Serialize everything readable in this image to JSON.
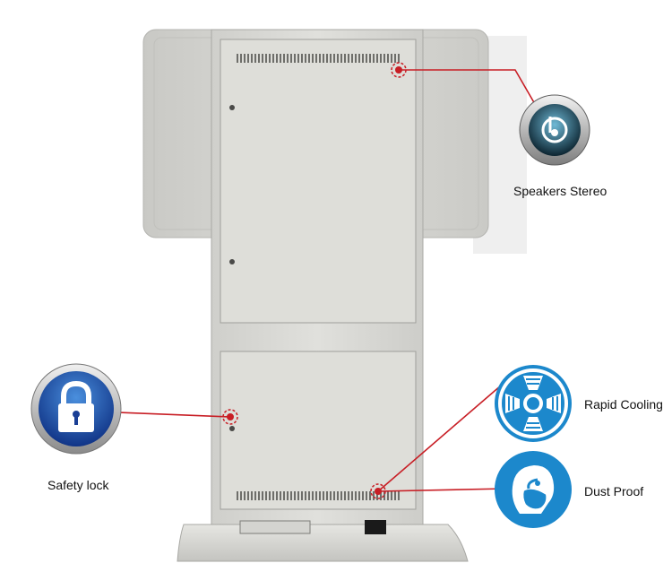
{
  "product": {
    "name": "kiosk-back-view",
    "body_color": "#dcdcd8",
    "accent_color": "#c81e25"
  },
  "features": {
    "speakers": {
      "label": "Speakers Stereo",
      "icon": "speaker-icon"
    },
    "safety_lock": {
      "label": "Safety lock",
      "icon": "padlock-icon"
    },
    "rapid_cooling": {
      "label": "Rapid Cooling",
      "icon": "fan-icon"
    },
    "dust_proof": {
      "label": "Dust Proof",
      "icon": "dust-mask-icon"
    }
  }
}
